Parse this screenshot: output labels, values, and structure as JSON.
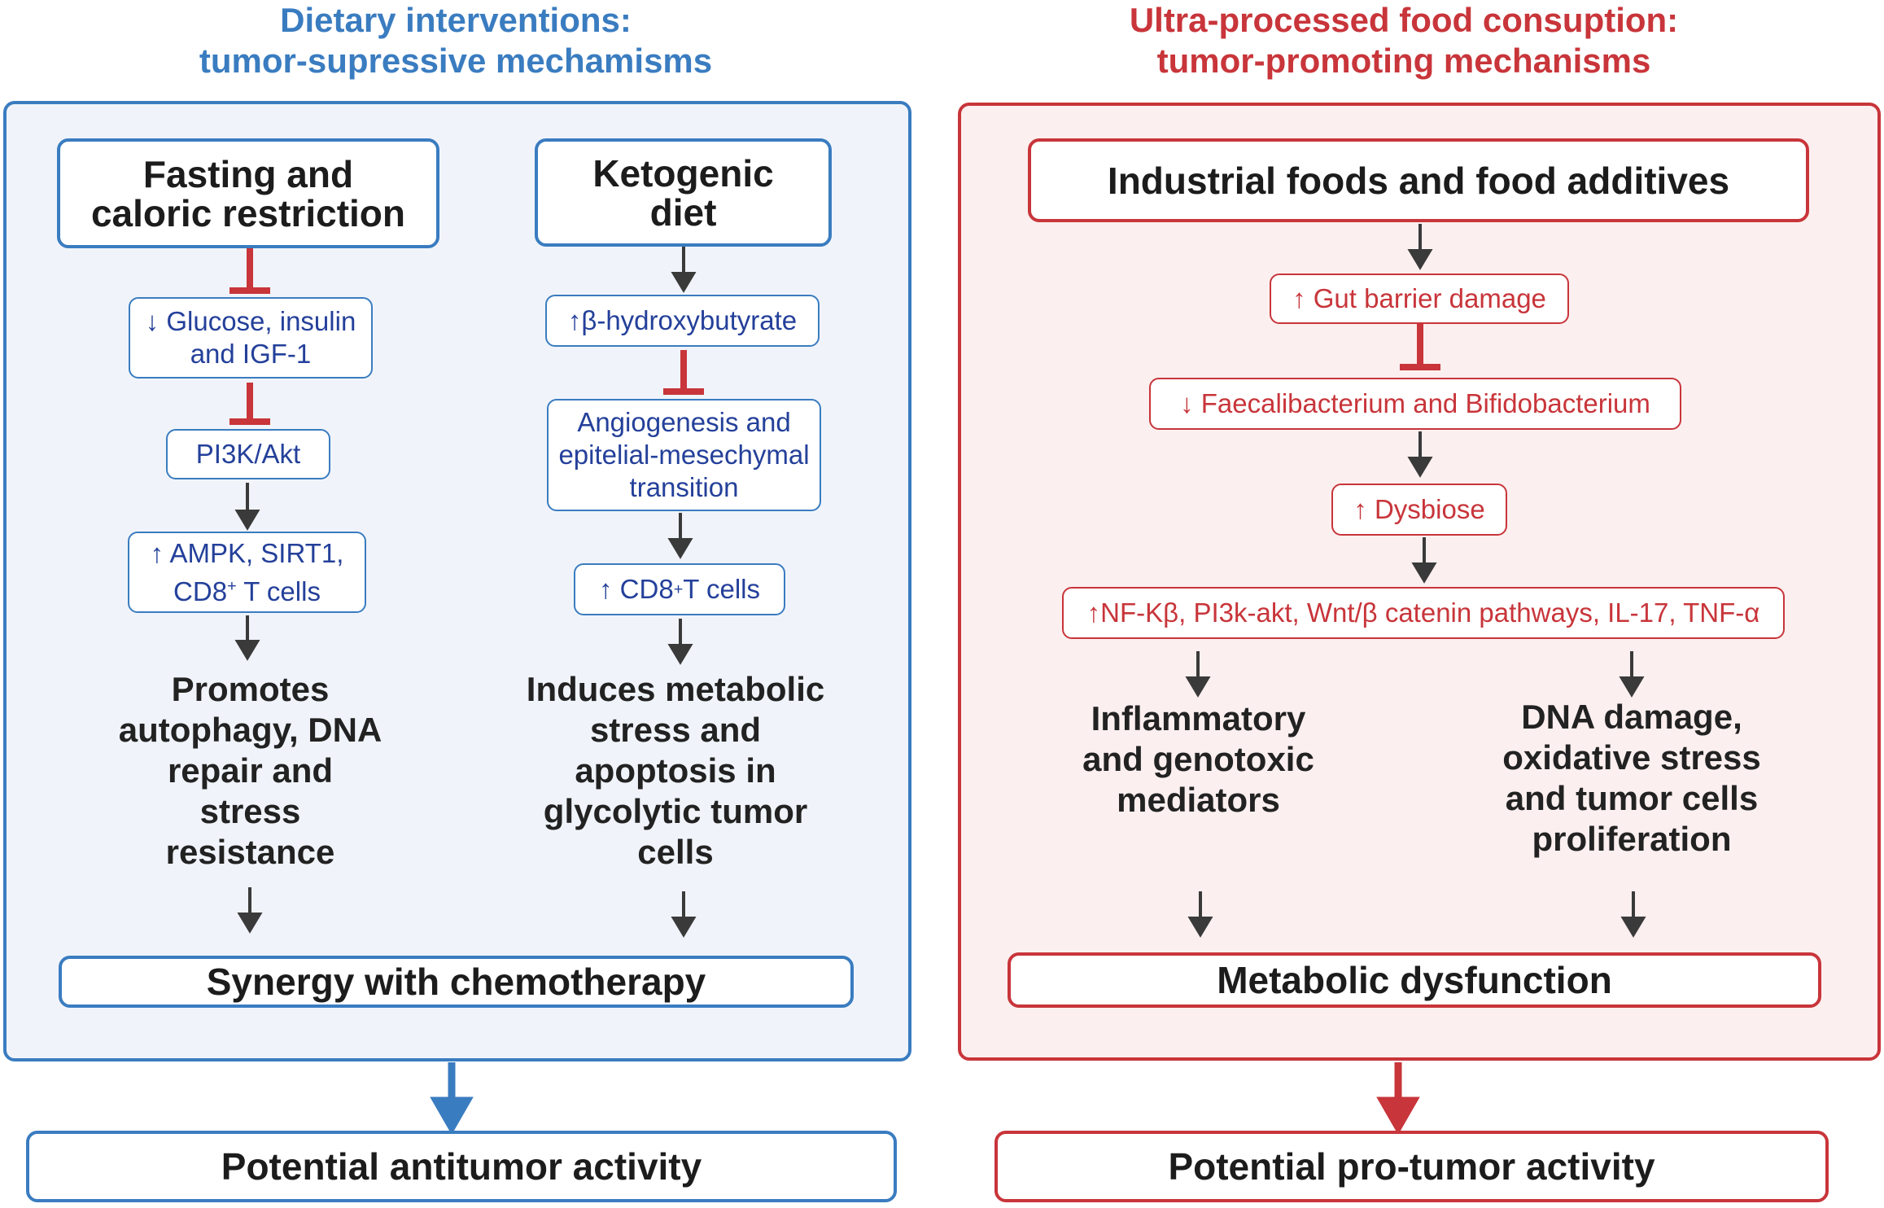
{
  "titles": {
    "left_line1": "Dietary interventions:",
    "left_line2": "tumor-supressive mechamisms",
    "right_line1": "Ultra-processed food consuption:",
    "right_line2": "tumor-promoting mechanisms"
  },
  "left": {
    "fasting": "Fasting and\ncaloric restriction",
    "ketogenic": "Ketogenic\ndiet",
    "glucose": "↓ Glucose, insulin\nand IGF-1",
    "pi3k": "PI3K/Akt",
    "ampk_prefix": "↑ AMPK, SIRT1,\nCD8",
    "ampk_sup": "+",
    "ampk_suffix": " T cells",
    "bhb": "↑β-hydroxybutyrate",
    "angio": "Angiogenesis and\nepitelial-mesechymal\ntransition",
    "cd8_prefix": "↑ CD8",
    "cd8_sup": "+",
    "cd8_suffix": "  T cells",
    "promotes": "Promotes\nautophagy, DNA\nrepair and\nstress\nresistance",
    "induces": "Induces metabolic\nstress and\napoptosis in\nglycolytic tumor\ncells",
    "synergy": "Synergy with chemotherapy",
    "potential": "Potential antitumor activity"
  },
  "right": {
    "industrial": "Industrial foods and food additives",
    "gut": "↑ Gut barrier damage",
    "faecali": "↓  Faecalibacterium and Bifidobacterium",
    "dysbiose": "↑ Dysbiose",
    "nfkb": "↑NF-Kβ, PI3k-akt, Wnt/β catenin pathways, IL-17, TNF-α",
    "inflammatory": "Inflammatory\nand genotoxic\nmediators",
    "dna": "DNA damage,\noxidative stress\nand tumor cells\nproliferation",
    "metabolic": "Metabolic dysfunction",
    "potential": "Potential pro-tumor activity"
  },
  "colors": {
    "blue": "#3a7cc0",
    "red": "#c8353a",
    "inhibit_red": "#c8353a",
    "arrow_gray": "#3a3a3a"
  }
}
